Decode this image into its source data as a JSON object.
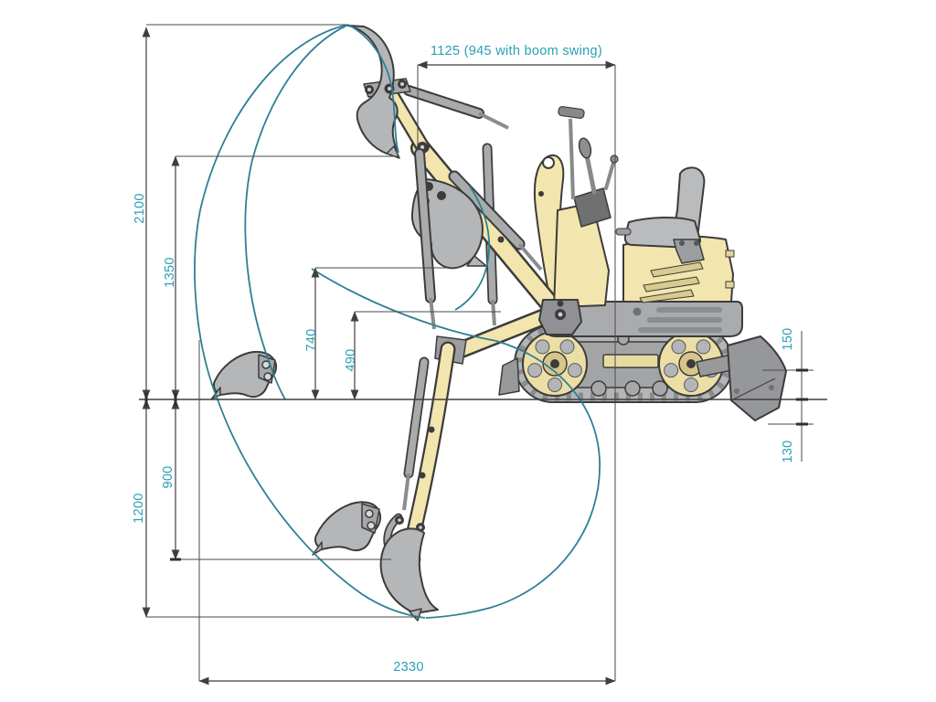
{
  "diagram": {
    "type": "technical-drawing",
    "subject": "mini excavator working range diagram",
    "colors": {
      "background": "#ffffff",
      "label": "#2a9fb6",
      "arc": "#2e8095",
      "line": "#3f3f3f",
      "machine_yellow": "#f3e5ae",
      "machine_gray": "#b4b6b8"
    },
    "dimensions": {
      "top_width": "1125 (945 with boom swing)",
      "max_height": "2100",
      "dump_height": "1350",
      "arc_height_mid": "740",
      "arc_height_low": "490",
      "depth_mid": "900",
      "max_depth": "1200",
      "blade_lift": "150",
      "blade_depth": "130",
      "max_reach": "2330"
    }
  }
}
